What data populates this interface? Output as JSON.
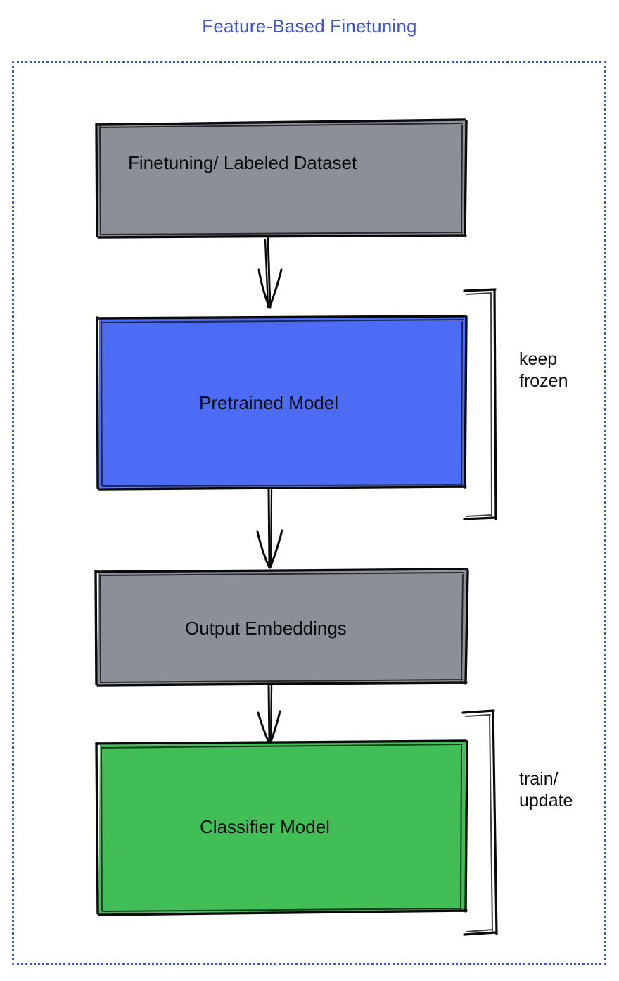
{
  "diagram": {
    "title": "Feature-Based Finetuning",
    "title_color": "#3B54CC",
    "frame": {
      "style": "dotted",
      "color": "#3B54CC"
    },
    "nodes": [
      {
        "id": "dataset",
        "label": "Finetuning/ Labeled Dataset",
        "fill": "#8A8F98",
        "shape": "rectangle",
        "order": 1
      },
      {
        "id": "pretrained",
        "label": "Pretrained Model",
        "fill": "#4C6CF5",
        "shape": "rectangle",
        "order": 2
      },
      {
        "id": "embeddings",
        "label": "Output Embeddings",
        "fill": "#8A8F98",
        "shape": "rectangle",
        "order": 3
      },
      {
        "id": "classifier",
        "label": "Classifier Model",
        "fill": "#41BE55",
        "shape": "rectangle",
        "order": 4
      }
    ],
    "edges": [
      {
        "from": "dataset",
        "to": "pretrained",
        "style": "arrow"
      },
      {
        "from": "pretrained",
        "to": "embeddings",
        "style": "arrow"
      },
      {
        "from": "embeddings",
        "to": "classifier",
        "style": "arrow"
      }
    ],
    "annotations": [
      {
        "id": "keep-frozen",
        "label": "keep\nfrozen",
        "target": "pretrained",
        "bracket": "right"
      },
      {
        "id": "train-update",
        "label": "train/\nupdate",
        "target": "classifier",
        "bracket": "right"
      }
    ]
  }
}
